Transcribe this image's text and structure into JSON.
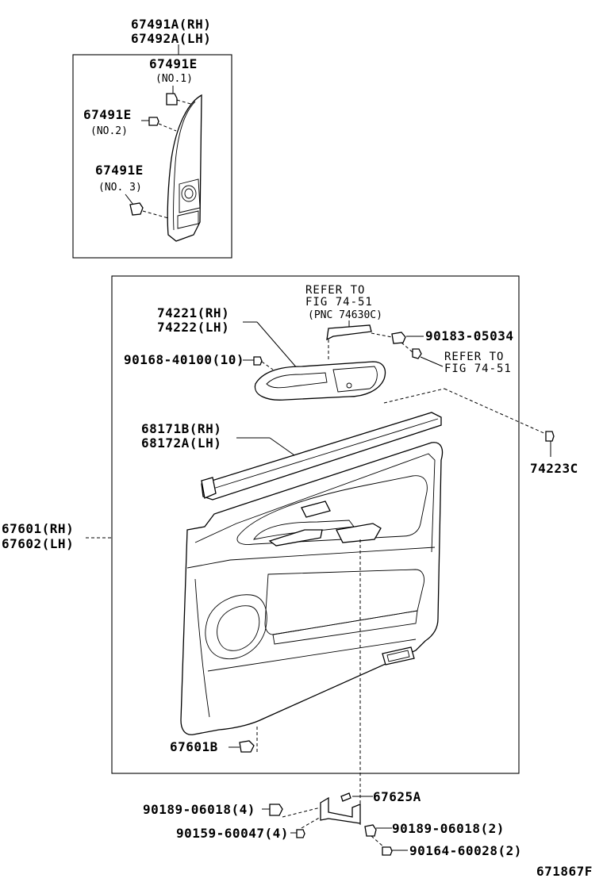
{
  "diagram_id": "671867F",
  "callouts": {
    "c67491A": "67491A(RH)",
    "c67492A": "67492A(LH)",
    "c67491E_1": "67491E",
    "c67491E_1_sub": "(NO.1)",
    "c67491E_2": "67491E",
    "c67491E_2_sub": "(NO.2)",
    "c67491E_3": "67491E",
    "c67491E_3_sub": "(NO. 3)",
    "ref1_a": "REFER TO",
    "ref1_b": "FIG  74-51",
    "ref1_c": "(PNC 74630C)",
    "c74221": "74221(RH)",
    "c74222": "74222(LH)",
    "c90183": "90183-05034",
    "ref2_a": "REFER TO",
    "ref2_b": "FIG  74-51",
    "c90168": "90168-40100(10)",
    "c74223C": "74223C",
    "c68171B": "68171B(RH)",
    "c68172A": "68172A(LH)",
    "c67601": "67601(RH)",
    "c67602": "67602(LH)",
    "c67601B": "67601B",
    "c67625A": "67625A",
    "c90189_4": "90189-06018(4)",
    "c90159": "90159-60047(4)",
    "c90189_2": "90189-06018(2)",
    "c90164": "90164-60028(2)"
  }
}
